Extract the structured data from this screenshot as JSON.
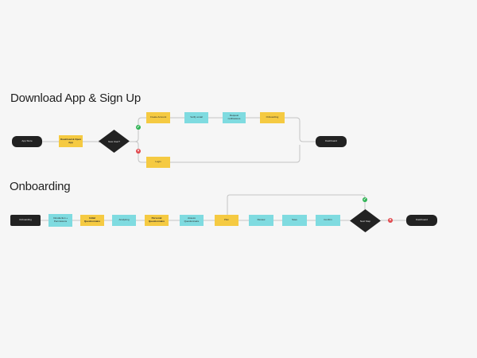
{
  "sections": {
    "signup_title": "Download App & Sign Up",
    "onboarding_title": "Onboarding"
  },
  "signup": {
    "start": "App Store",
    "download": "Download & Open App",
    "decision": "New User?",
    "create_account": "Create Account",
    "verify_email": "Verify email",
    "permissions": "Request notifications",
    "onboarding": "Onboarding",
    "login": "Login",
    "end": "Dashboard"
  },
  "onboarding": {
    "start": "Onboarding",
    "intro": "Introduction + Permissions",
    "add_details": "Initial Questionnaire",
    "analysing": "Analysing",
    "personal_goals": "Personal Questionnaire",
    "assess": "Assess Questionnaire",
    "plan": "Plan",
    "review": "Review",
    "save": "Save",
    "confirm": "Confirm",
    "decision": "Next Step",
    "end": "Dashboard"
  },
  "badges": {
    "yes": "✓",
    "no": "×"
  },
  "colors": {
    "dark": "#222222",
    "yellow": "#f5ca42",
    "cyan": "#7fdbe0",
    "yes": "#2fb354",
    "no": "#e0474c"
  }
}
